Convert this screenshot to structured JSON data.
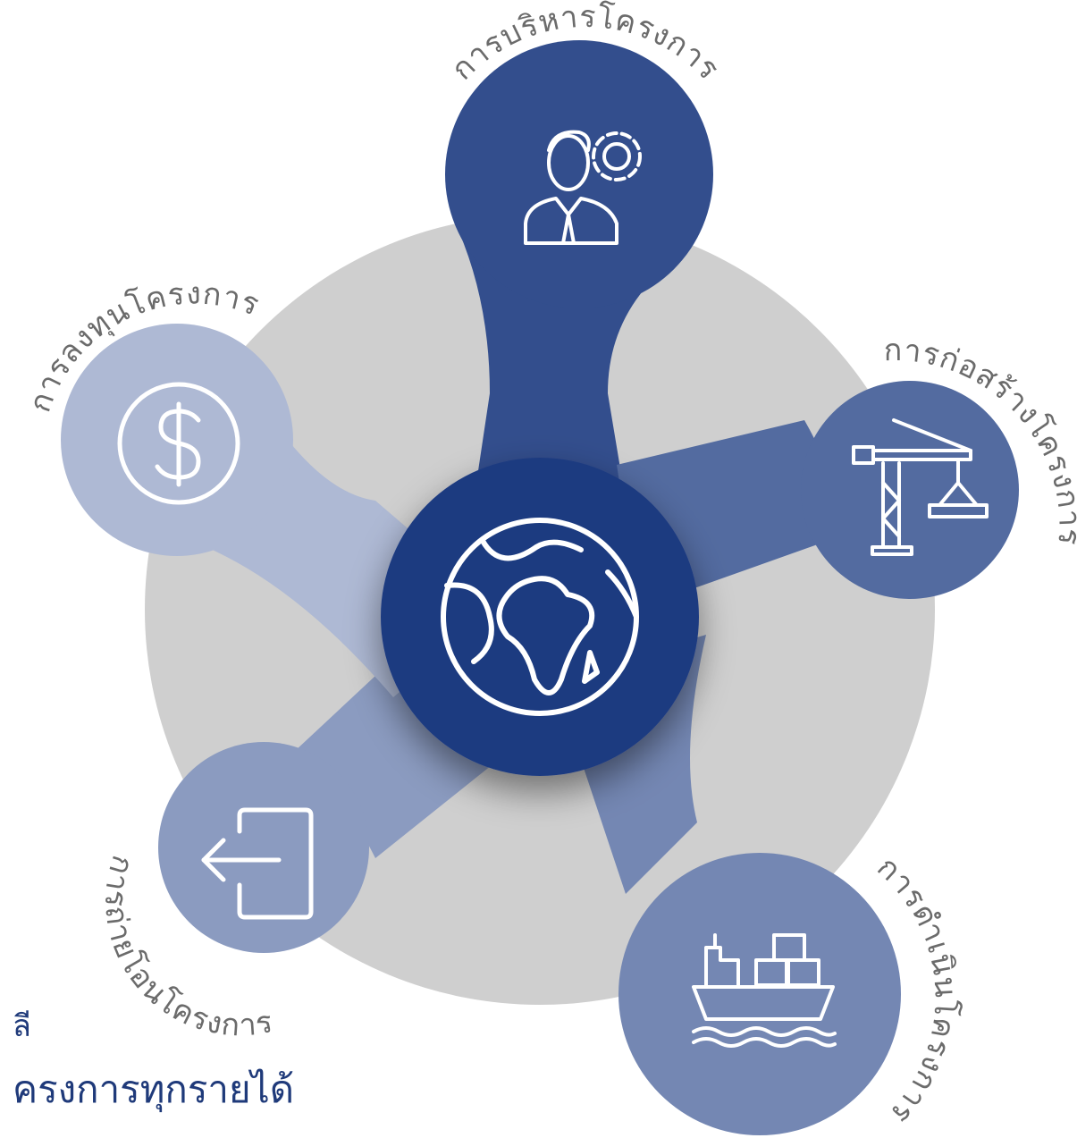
{
  "diagram": {
    "center": {
      "icon": "globe-icon"
    },
    "nodes": [
      {
        "id": "management",
        "label": "การบริหารโครงการ",
        "icon": "manager-gear-icon",
        "color": "#334e8d"
      },
      {
        "id": "construction",
        "label": "การก่อสร้างโครงการ",
        "icon": "construction-crane-icon",
        "color": "#536ba0"
      },
      {
        "id": "operation",
        "label": "การดำเนินโครงการ",
        "icon": "cargo-ship-icon",
        "color": "#7487b3"
      },
      {
        "id": "transfer",
        "label": "การถ่ายโอนโครงการ",
        "icon": "exit-door-icon",
        "color": "#8b9bc0"
      },
      {
        "id": "investment",
        "label": "การลงทุนโครงการ",
        "icon": "dollar-coin-icon",
        "color": "#aeb9d4"
      }
    ],
    "colors": {
      "center": "#1e3a80",
      "ring": "#cfcfcf",
      "label": "#6b6b6b"
    }
  },
  "caption": {
    "line1": "ลี",
    "line2": "ครงการทุกรายได้",
    "color": "#1f3a7a"
  }
}
